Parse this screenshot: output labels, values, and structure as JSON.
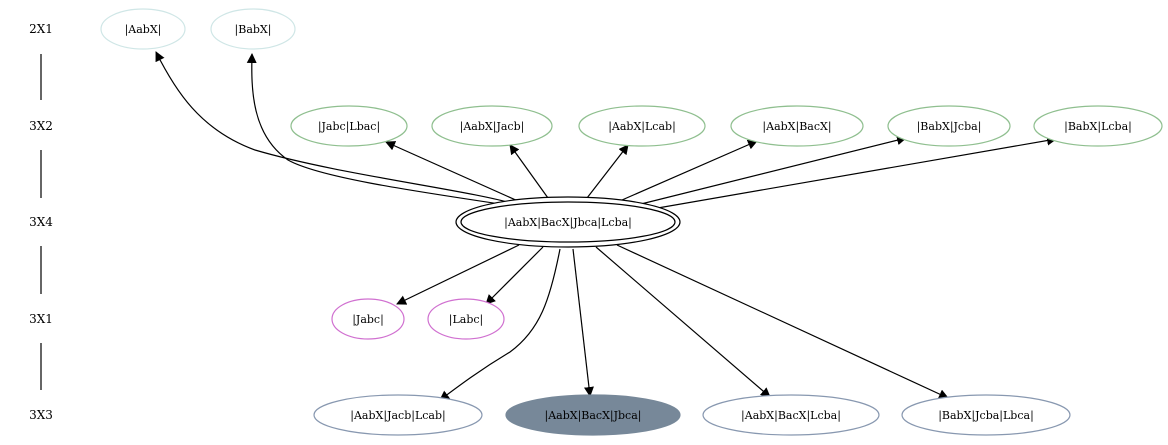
{
  "ranks": [
    {
      "id": "r1",
      "label": "2X1"
    },
    {
      "id": "r2",
      "label": "3X2"
    },
    {
      "id": "r3",
      "label": "3X4"
    },
    {
      "id": "r4",
      "label": "3X1"
    },
    {
      "id": "r5",
      "label": "3X3"
    }
  ],
  "nodes": [
    {
      "id": "n_aabx",
      "label": "|AabX|",
      "style": "outline",
      "color": "#cfe6e6"
    },
    {
      "id": "n_babx",
      "label": "|BabX|",
      "style": "outline",
      "color": "#cfe6e6"
    },
    {
      "id": "n_jabc_lbac",
      "label": "|Jabc|Lbac|",
      "style": "outline",
      "color": "#8fbf8f"
    },
    {
      "id": "n_aabx_jacb",
      "label": "|AabX|Jacb|",
      "style": "outline",
      "color": "#8fbf8f"
    },
    {
      "id": "n_aabx_lcab",
      "label": "|AabX|Lcab|",
      "style": "outline",
      "color": "#8fbf8f"
    },
    {
      "id": "n_aabx_bacx",
      "label": "|AabX|BacX|",
      "style": "outline",
      "color": "#8fbf8f"
    },
    {
      "id": "n_babx_jcba",
      "label": "|BabX|Jcba|",
      "style": "outline",
      "color": "#8fbf8f"
    },
    {
      "id": "n_babx_lcba",
      "label": "|BabX|Lcba|",
      "style": "outline",
      "color": "#8fbf8f"
    },
    {
      "id": "n_center",
      "label": "|AabX|BacX|Jbca|Lcba|",
      "style": "double",
      "color": "#000000"
    },
    {
      "id": "n_jabc",
      "label": "|Jabc|",
      "style": "outline",
      "color": "#d070d0"
    },
    {
      "id": "n_labc",
      "label": "|Labc|",
      "style": "outline",
      "color": "#d070d0"
    },
    {
      "id": "n_aabx_jacb_lcab",
      "label": "|AabX|Jacb|Lcab|",
      "style": "outline",
      "color": "#8898b0"
    },
    {
      "id": "n_aabx_bacx_jbca",
      "label": "|AabX|BacX|Jbca|",
      "style": "filled",
      "color": "#778899"
    },
    {
      "id": "n_aabx_bacx_lcba",
      "label": "|AabX|BacX|Lcba|",
      "style": "outline",
      "color": "#8898b0"
    },
    {
      "id": "n_babx_jcba_lbca",
      "label": "|BabX|Jcba|Lbca|",
      "style": "outline",
      "color": "#8898b0"
    }
  ],
  "edges": [
    {
      "from": "n_center",
      "to": "n_aabx"
    },
    {
      "from": "n_center",
      "to": "n_babx"
    },
    {
      "from": "n_center",
      "to": "n_jabc_lbac"
    },
    {
      "from": "n_center",
      "to": "n_aabx_jacb"
    },
    {
      "from": "n_center",
      "to": "n_aabx_lcab"
    },
    {
      "from": "n_center",
      "to": "n_aabx_bacx"
    },
    {
      "from": "n_center",
      "to": "n_babx_jcba"
    },
    {
      "from": "n_center",
      "to": "n_babx_lcba"
    },
    {
      "from": "n_center",
      "to": "n_jabc"
    },
    {
      "from": "n_center",
      "to": "n_labc"
    },
    {
      "from": "n_center",
      "to": "n_aabx_jacb_lcab"
    },
    {
      "from": "n_center",
      "to": "n_aabx_bacx_jbca"
    },
    {
      "from": "n_center",
      "to": "n_aabx_bacx_lcba"
    },
    {
      "from": "n_center",
      "to": "n_babx_jcba_lbca"
    }
  ]
}
